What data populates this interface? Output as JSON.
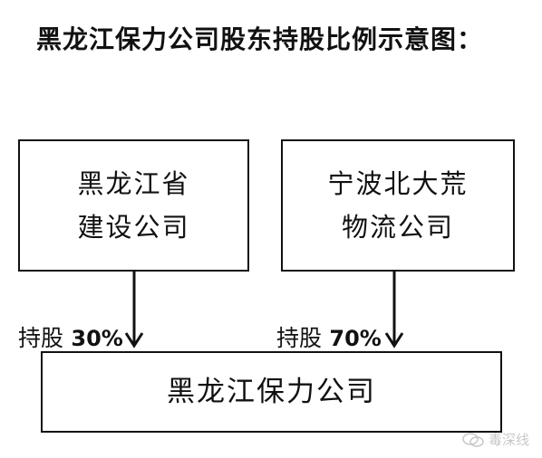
{
  "title": "黑龙江保力公司股东持股比例示意图：",
  "shareholders": [
    {
      "name_line1": "黑龙江省",
      "name_line2": "建设公司",
      "stake_word": "持股",
      "stake_value": "30%"
    },
    {
      "name_line1": "宁波北大荒",
      "name_line2": "物流公司",
      "stake_word": "持股",
      "stake_value": "70%"
    }
  ],
  "company": {
    "name": "黑龙江保力公司"
  },
  "watermark": {
    "text": "毒深线"
  }
}
